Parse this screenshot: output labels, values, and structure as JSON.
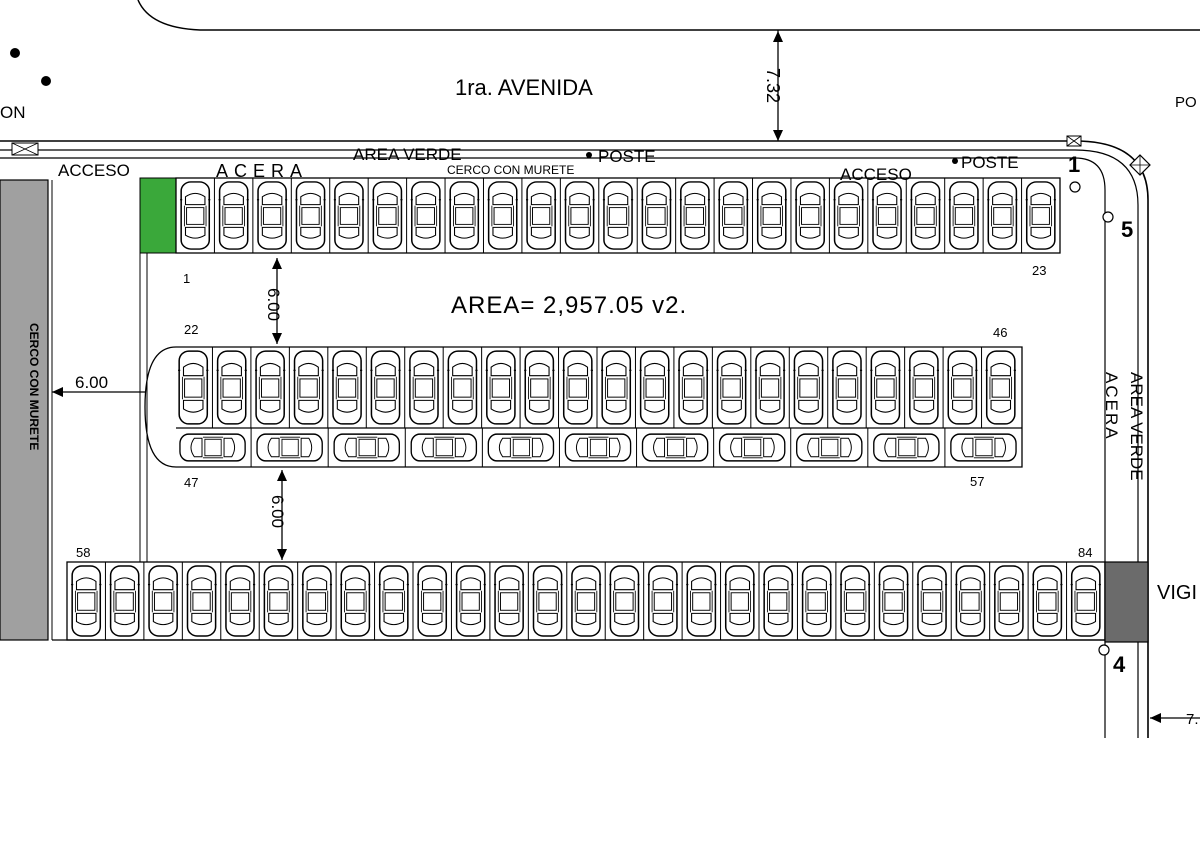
{
  "labels": {
    "street": "1ra. AVENIDA",
    "on_partial": "ON",
    "po_partial": "PO",
    "vigi_partial": "VIGI",
    "area_verde_top": "AREA VERDE",
    "cerco_top": "CERCO CON MURETE",
    "acera_top": "ACERA",
    "acceso_left": "ACCESO",
    "acceso_right": "ACCESO",
    "poste_1": "POSTE",
    "poste_2": "POSTE",
    "cerco_left": "CERCO CON MURETE",
    "acera_right": "ACERA",
    "area_verde_right": "AREA VERDE",
    "area": "AREA= 2,957.05 v2."
  },
  "dimensions": {
    "street_width": "7.32",
    "aisle_top": "6.00",
    "aisle_bottom": "6.00",
    "aisle_left": "6.00",
    "right_partial": "7."
  },
  "markers": {
    "m1": "1",
    "m4": "4",
    "m5": "5"
  },
  "spaces": {
    "row1_first": "1",
    "row1_last": "23",
    "row2_first": "22",
    "row2_last": "46",
    "row3_first": "47",
    "row3_last": "57",
    "row4_first": "58",
    "row4_last": "84"
  },
  "colors": {
    "green_area": "#3aa83a",
    "wall_gray": "#a0a0a0",
    "vigilance_booth": "#6b6b6b"
  },
  "rows": {
    "row1_count": 23,
    "row2_count": 22,
    "row3_count": 11,
    "row4_count": 27
  }
}
